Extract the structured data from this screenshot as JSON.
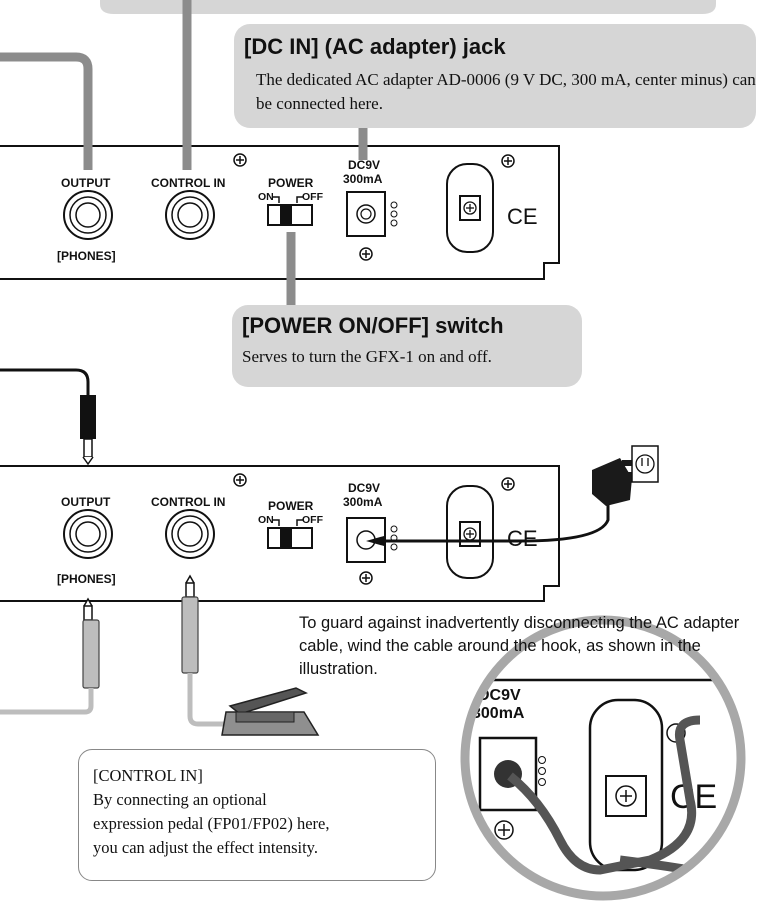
{
  "dc_in_callout": {
    "title": "[DC IN] (AC adapter) jack",
    "description": "The dedicated AC adapter AD-0006 (9 V DC, 300 mA, center minus) can be connected here."
  },
  "power_callout": {
    "title": "[POWER ON/OFF] switch",
    "description": "Serves to turn the GFX-1 on and off."
  },
  "control_in_callout": {
    "lines": [
      "[CONTROL IN]",
      "By connecting an optional",
      "expression pedal (FP01/FP02) here,",
      "you can adjust the effect intensity."
    ]
  },
  "hook_note": "To guard against inadvertently disconnecting the AC adapter cable, wind the cable around the hook, as shown in the illustration.",
  "panel_labels": {
    "output": "OUTPUT",
    "phones": "[PHONES]",
    "control_in": "CONTROL IN",
    "power": "POWER",
    "on": "ON",
    "off": "OFF",
    "dc9v": "DC9V",
    "current": "300mA",
    "ce": "CE"
  },
  "colors": {
    "callout_bg": "#d6d6d6",
    "lead_gray": "#8c8c8c",
    "panel_line": "#111111",
    "pedal_dark": "#555555"
  }
}
